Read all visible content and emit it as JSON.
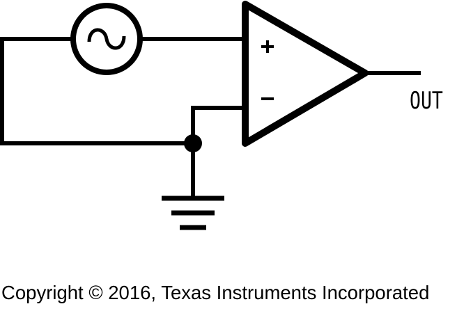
{
  "diagram": {
    "type": "op-amp circuit schematic",
    "components": {
      "source": {
        "kind": "ac-voltage-source",
        "symbol": "~"
      },
      "amplifier": {
        "kind": "op-amp",
        "inputs": [
          {
            "name": "non-inverting",
            "symbol": "+"
          },
          {
            "name": "inverting",
            "symbol": "−"
          }
        ]
      },
      "ground": {
        "kind": "ground"
      },
      "junction": {
        "kind": "node-dot"
      }
    },
    "labels": {
      "plus": "+",
      "minus": "−",
      "output": "OUT"
    },
    "stroke_color": "#000000",
    "background_color": "#ffffff"
  },
  "footer": {
    "copyright": "Copyright © 2016, Texas Instruments Incorporated"
  }
}
